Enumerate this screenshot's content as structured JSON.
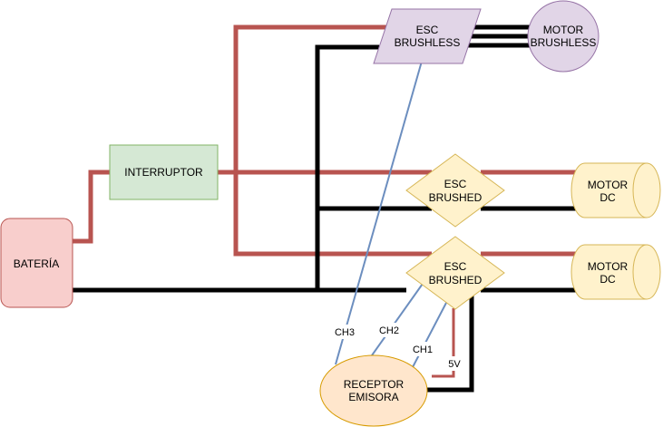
{
  "nodes": {
    "bateria": {
      "label": "BATERÍA"
    },
    "interruptor": {
      "label": "INTERRUPTOR"
    },
    "esc_brushless": {
      "line1": "ESC",
      "line2": "BRUSHLESS"
    },
    "motor_brushless": {
      "line1": "MOTOR",
      "line2": "BRUSHLESS"
    },
    "esc_brushed_1": {
      "line1": "ESC",
      "line2": "BRUSHED"
    },
    "esc_brushed_2": {
      "line1": "ESC",
      "line2": "BRUSHED"
    },
    "motor_dc_1": {
      "line1": "MOTOR",
      "line2": "DC"
    },
    "motor_dc_2": {
      "line1": "MOTOR",
      "line2": "DC"
    },
    "receptor": {
      "line1": "RECEPTOR",
      "line2": "EMISORA"
    }
  },
  "wire_labels": {
    "ch1": "CH1",
    "ch2": "CH2",
    "ch3": "CH3",
    "v5": "5V"
  },
  "colors": {
    "positive_wire": "#b85450",
    "negative_wire": "#000000",
    "signal_wire": "#6c8ebf",
    "battery_fill": "#f8cecc",
    "switch_fill": "#d5e8d4",
    "esc_brushless_fill": "#e1d5e7",
    "esc_brushed_fill": "#fff2cc",
    "receptor_fill": "#ffe6cc"
  }
}
